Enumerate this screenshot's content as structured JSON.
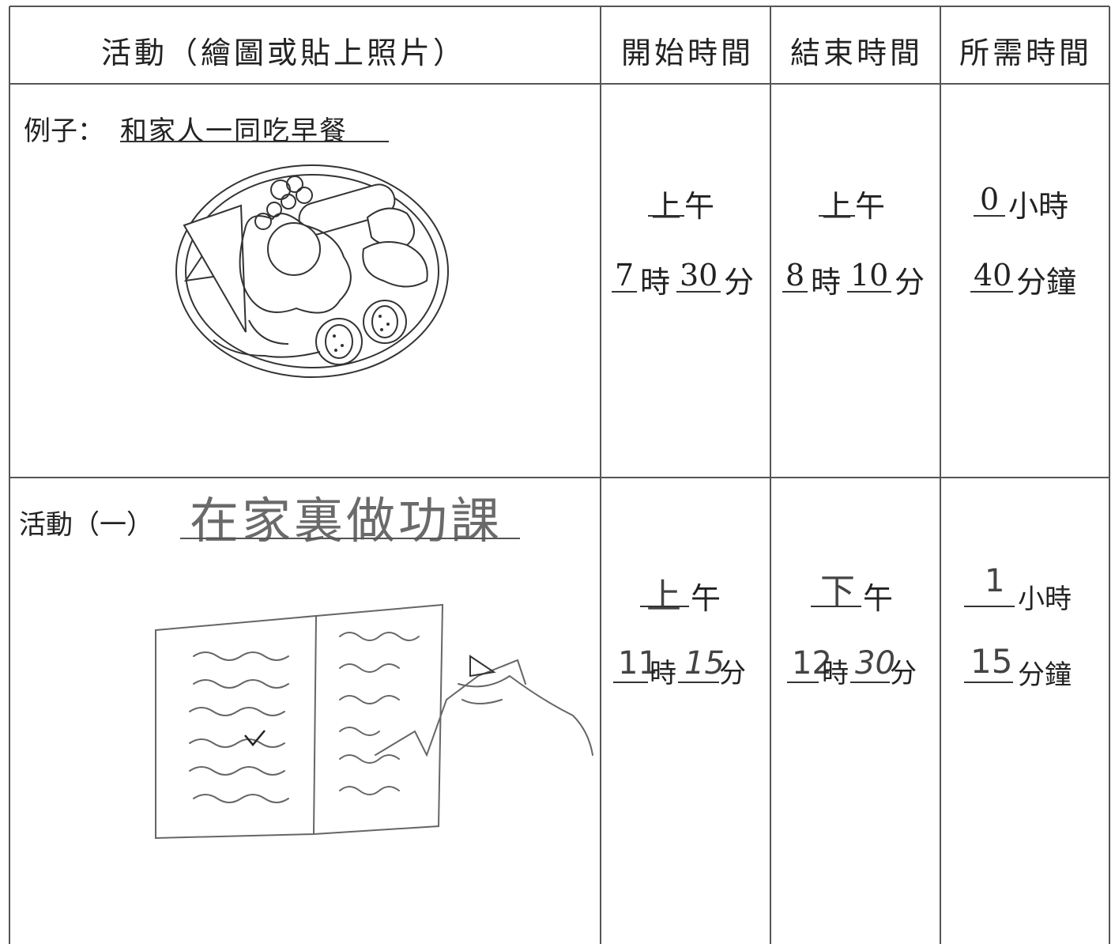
{
  "table": {
    "headers": {
      "activity": "活動（繪圖或貼上照片）",
      "start_time": "開始時間",
      "end_time": "結束時間",
      "duration": "所需時間"
    },
    "example": {
      "prefix": "例子：",
      "activity": "和家人一同吃早餐",
      "start": {
        "period": "上",
        "period_suffix": "午",
        "hour": "7",
        "hour_unit": "時",
        "minute": "30",
        "minute_unit": "分"
      },
      "end": {
        "period": "上",
        "period_suffix": "午",
        "hour": "8",
        "hour_unit": "時",
        "minute": "10",
        "minute_unit": "分"
      },
      "duration": {
        "hours": "0",
        "hours_unit": "小時",
        "minutes": "40",
        "minutes_unit": "分鐘"
      }
    },
    "activity1": {
      "prefix": "活動（一）",
      "activity": "在家裏做功課",
      "start": {
        "period": "上",
        "period_suffix": "午",
        "hour": "11",
        "hour_unit": "時",
        "minute": "15",
        "minute_unit": "分"
      },
      "end": {
        "period": "下",
        "period_suffix": "午",
        "hour": "12",
        "hour_unit": "時",
        "minute": "30",
        "minute_unit": "分"
      },
      "duration": {
        "hours": "1",
        "hours_unit": "小時",
        "minutes": "15",
        "minutes_unit": "分鐘"
      }
    }
  }
}
